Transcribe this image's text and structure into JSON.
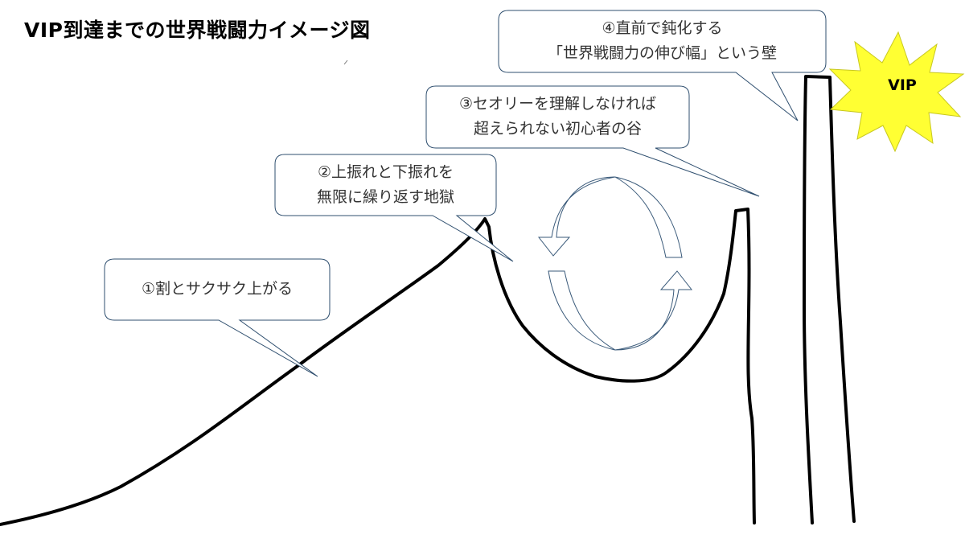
{
  "title": "VIP到達までの世界戦闘力イメージ図",
  "callouts": [
    {
      "lines": [
        "①割とサクサク上がる"
      ]
    },
    {
      "lines": [
        "②上振れと下振れを",
        "無限に繰り返す地獄"
      ]
    },
    {
      "lines": [
        "③セオリーを理解しなければ",
        "超えられない初心者の谷"
      ]
    },
    {
      "lines": [
        "④直前で鈍化する",
        "「世界戦闘力の伸び幅」という壁"
      ]
    }
  ],
  "vip_badge": {
    "label": "VIP",
    "fill": "#ffff33",
    "stroke": "#c8c820"
  },
  "colors": {
    "curve": "#000000",
    "bubble_border": "#2f4f6f",
    "cycle_arrows": "#3a5a7a"
  }
}
